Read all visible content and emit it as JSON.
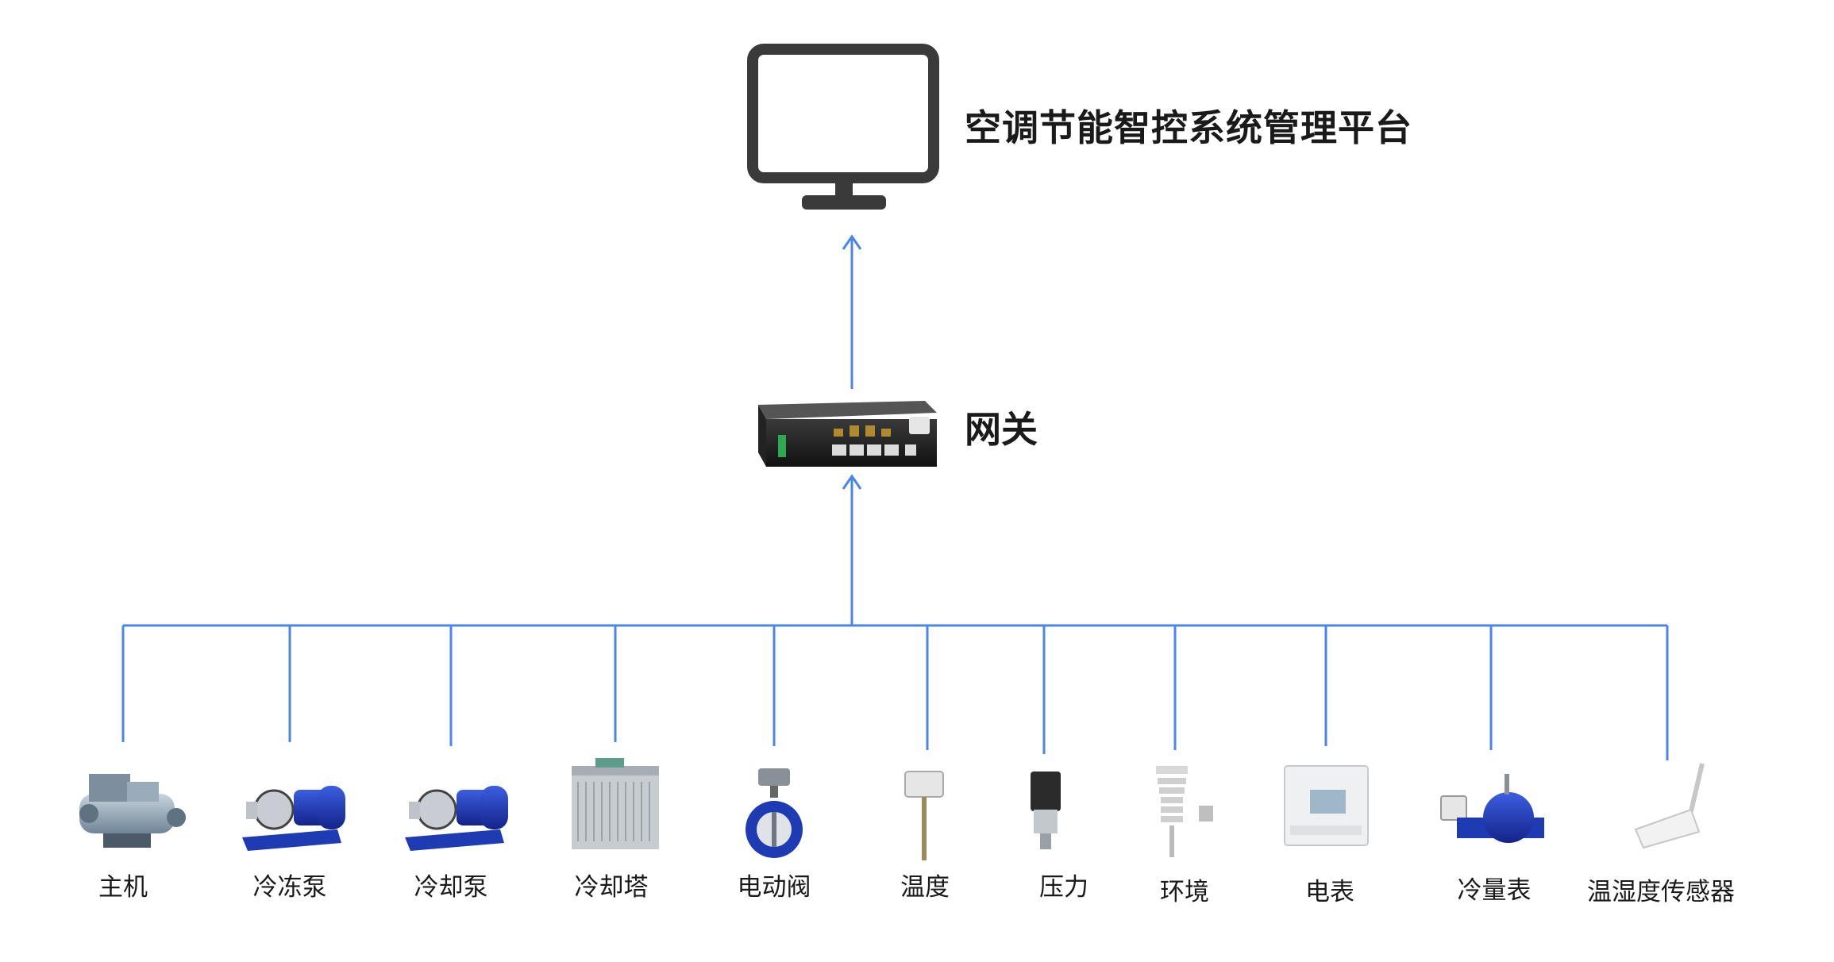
{
  "platform": {
    "title": "空调节能智控系统管理平台",
    "icon": "monitor-icon"
  },
  "gateway": {
    "label": "网关",
    "icon": "gateway-router-icon"
  },
  "devices": [
    {
      "id": "chiller",
      "label": "主机",
      "icon": "chiller-icon"
    },
    {
      "id": "chilled-pump",
      "label": "冷冻泵",
      "icon": "pump-icon"
    },
    {
      "id": "cooling-pump",
      "label": "冷却泵",
      "icon": "pump-icon"
    },
    {
      "id": "cooling-tower",
      "label": "冷却塔",
      "icon": "cooling-tower-icon"
    },
    {
      "id": "electric-valve",
      "label": "电动阀",
      "icon": "butterfly-valve-icon"
    },
    {
      "id": "temperature",
      "label": "温度",
      "icon": "temperature-sensor-icon"
    },
    {
      "id": "pressure",
      "label": "压力",
      "icon": "pressure-transmitter-icon"
    },
    {
      "id": "environment",
      "label": "环境",
      "icon": "weather-station-icon"
    },
    {
      "id": "electric-meter",
      "label": "电表",
      "icon": "electric-meter-icon"
    },
    {
      "id": "cooling-meter",
      "label": "冷量表",
      "icon": "flow-meter-icon"
    },
    {
      "id": "th-sensor",
      "label": "温湿度传感器",
      "icon": "humidity-sensor-icon"
    }
  ],
  "colors": {
    "connector": "#4a86e8",
    "monitor": "#3a3a3a",
    "pump_blue": "#1f3bb3",
    "equipment_steel": "#8fa3b5"
  }
}
